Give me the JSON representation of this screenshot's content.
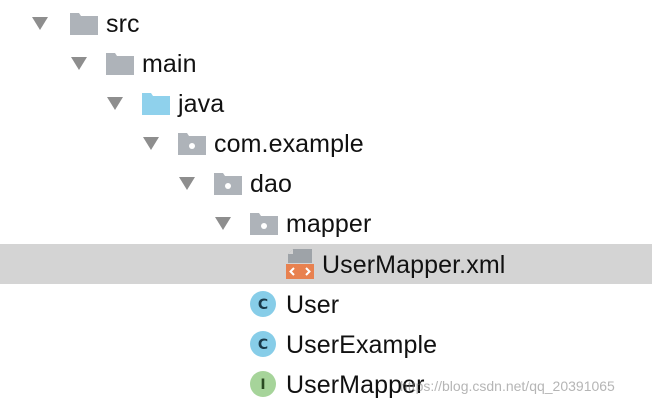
{
  "tree": {
    "items": [
      {
        "label": "src",
        "icon": "folder-icon"
      },
      {
        "label": "main",
        "icon": "folder-icon"
      },
      {
        "label": "java",
        "icon": "source-folder-icon"
      },
      {
        "label": "com.example",
        "icon": "package-icon"
      },
      {
        "label": "dao",
        "icon": "package-icon"
      },
      {
        "label": "mapper",
        "icon": "package-icon"
      },
      {
        "label": "UserMapper.xml",
        "icon": "xml-file-icon",
        "selected": true
      },
      {
        "label": "User",
        "icon": "class-icon",
        "badge": "C"
      },
      {
        "label": "UserExample",
        "icon": "class-icon",
        "badge": "C"
      },
      {
        "label": "UserMapper",
        "icon": "interface-icon",
        "badge": "I"
      }
    ]
  },
  "watermark": "https://blog.csdn.net/qq_20391065",
  "colors": {
    "selection": "#d4d4d4",
    "folder": "#aeb3b9",
    "source_folder": "#8fd1ec",
    "class_badge": "#87cde8",
    "interface_badge": "#a6d49a",
    "xml_badge": "#e8814f"
  }
}
